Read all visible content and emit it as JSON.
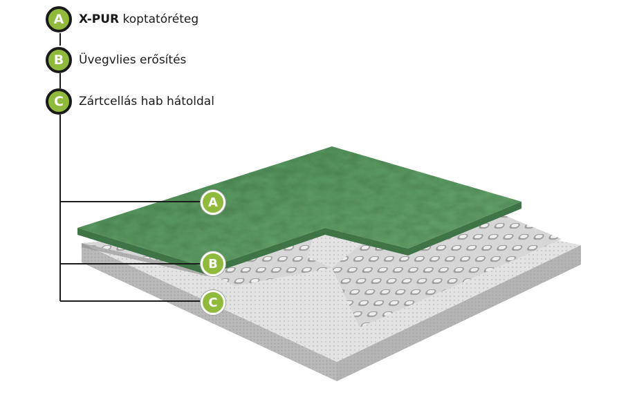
{
  "legend": [
    {
      "letter": "A",
      "bold": "X-PUR",
      "text": " koptatóréteg"
    },
    {
      "letter": "B",
      "bold": "",
      "text": "Üvegvlies erősítés"
    },
    {
      "letter": "C",
      "bold": "",
      "text": "Zártcellás hab hátoldal"
    }
  ],
  "callouts": {
    "a": "A",
    "b": "B",
    "c": "C"
  },
  "colors": {
    "accent": "#8fba3b",
    "wear_layer": "#5c9a62",
    "fleece_layer": "#c9c9c9",
    "foam_layer": "#e4e4e4"
  }
}
